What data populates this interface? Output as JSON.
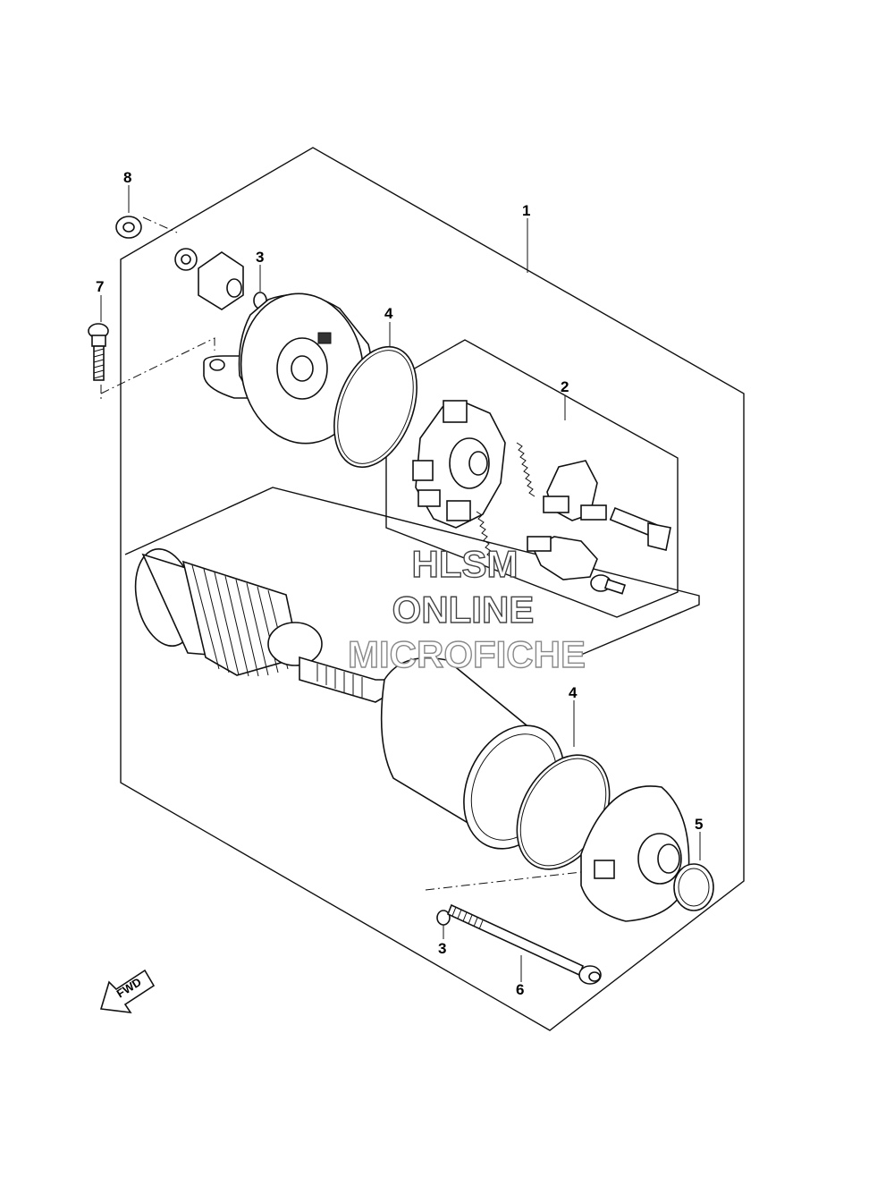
{
  "callouts": [
    "1",
    "2",
    "3",
    "4",
    "5",
    "6",
    "7",
    "8",
    "3",
    "4"
  ],
  "watermark": {
    "line1": "HLSM",
    "line2": "ONLINE",
    "line3": "MICROFICHE"
  },
  "direction_arrow": {
    "label": "FWD",
    "icon": "fwd-arrow-icon"
  }
}
